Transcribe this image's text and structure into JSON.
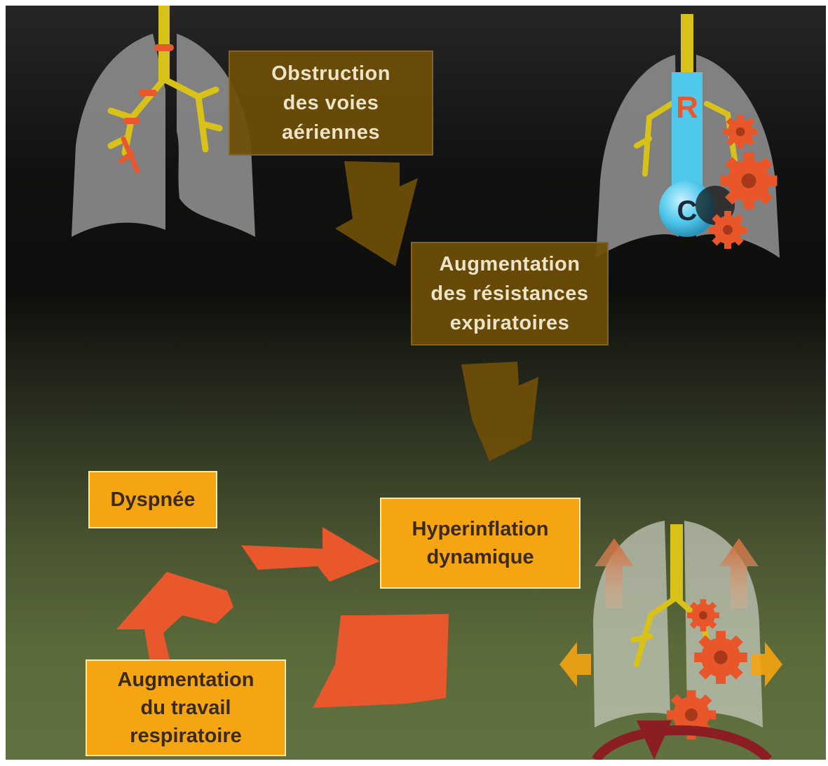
{
  "diagram": {
    "boxes": {
      "obstruction": "Obstruction\ndes voies\naériennes",
      "resistances": "Augmentation\ndes résistances\nexpiratoires",
      "dyspnee": "Dyspnée",
      "hyperinflation": "Hyperinflation\ndynamique",
      "travail": "Augmentation\ndu travail\nrespiratoire"
    },
    "icon_labels": {
      "resistance": "R",
      "compliance": "C"
    }
  },
  "colors": {
    "background_top": "#111111",
    "background_bottom": "#617240",
    "brown_box": "#6e4e08",
    "orange_box": "#f5a412",
    "red_arrow": "#e8582c",
    "lung_gray": "#8a8a8a",
    "airway_yellow": "#d8c21a",
    "thermometer_blue": "#4fc8ec",
    "gear_orange": "#e8562a"
  }
}
